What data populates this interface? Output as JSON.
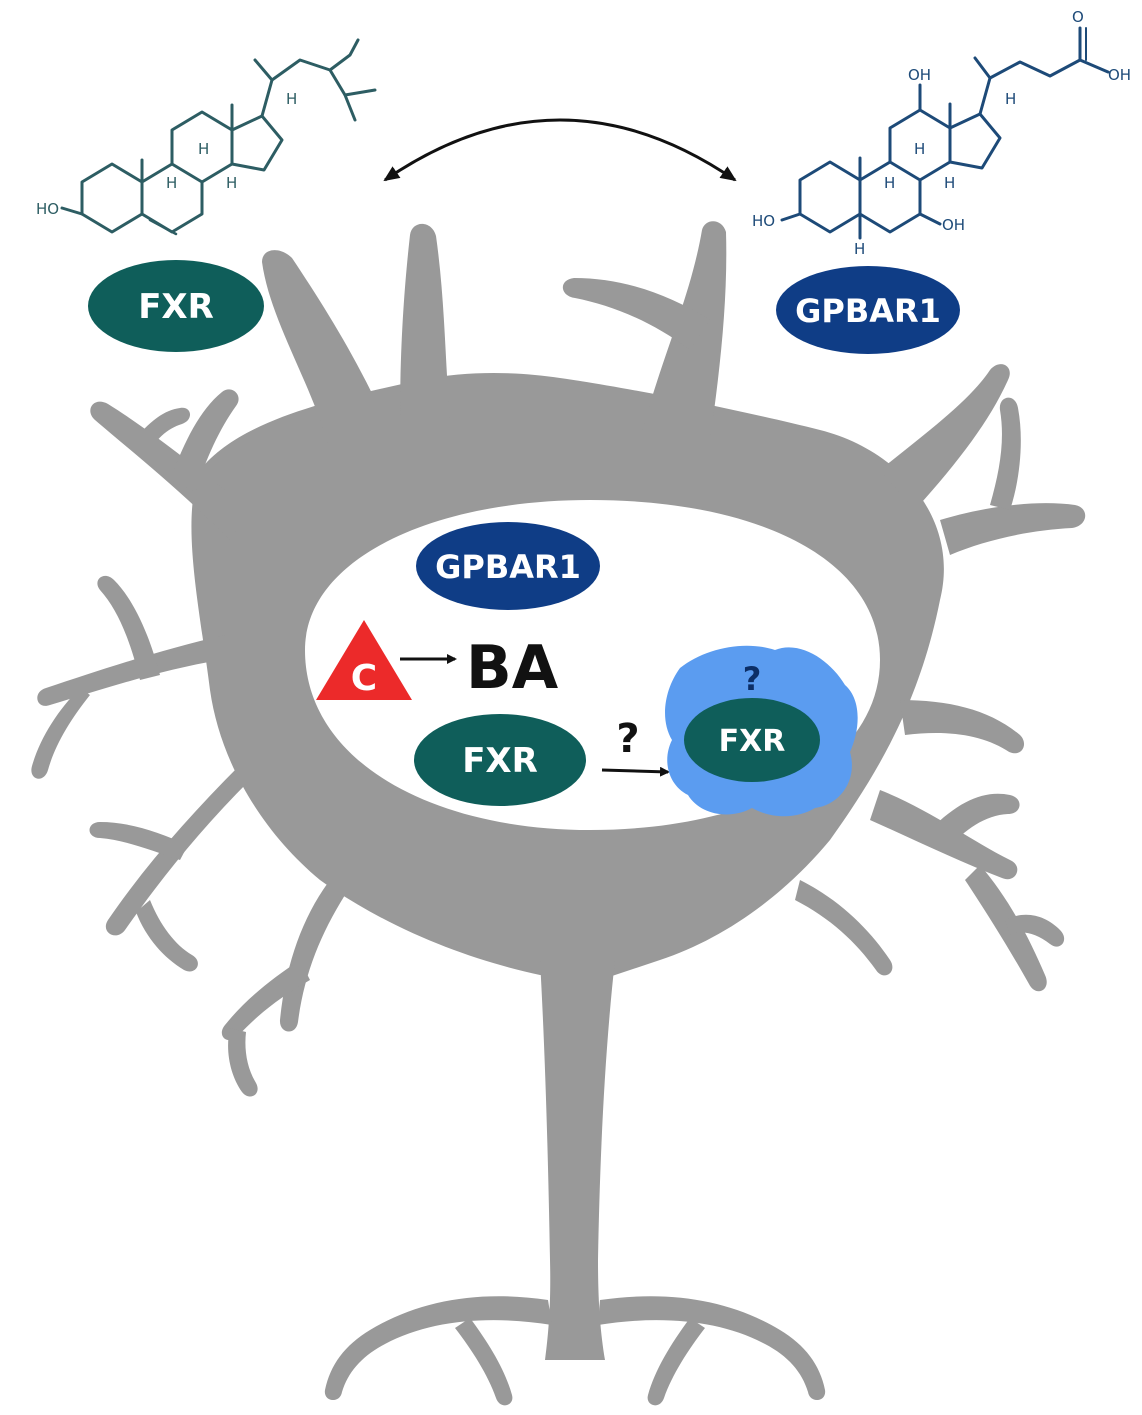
{
  "colors": {
    "neuron": "#999999",
    "fxr": "#0f5e5a",
    "gpbar1": "#0f3d86",
    "nucleus_patch": "#5b9cf0",
    "cholesterol_bond": "#2d5d63",
    "bile_acid_bond": "#1d4a78",
    "triangle": "#ec2a2a",
    "text_dark": "#111111",
    "text_light": "#ffffff",
    "question_dark": "#0c2e66"
  },
  "molecules": {
    "cholesterol": {
      "atoms": [
        "HO",
        "H",
        "H",
        "H",
        "H"
      ]
    },
    "bile_acid": {
      "atoms": [
        "HO",
        "OH",
        "OH",
        "O",
        "OH",
        "H",
        "H",
        "H",
        "H",
        "H"
      ]
    }
  },
  "labels": {
    "fxr_out": "FXR",
    "gpbar1_out": "GPBAR1",
    "gpbar1_in": "GPBAR1",
    "fxr_in": "FXR",
    "fxr_nucleus": "FXR",
    "cholesterol_c": "C",
    "ba": "BA",
    "q_translocation": "?",
    "q_nucleus": "?"
  },
  "icons": [
    "double-arrow-icon",
    "arrow-right-icon",
    "triangle-icon"
  ]
}
